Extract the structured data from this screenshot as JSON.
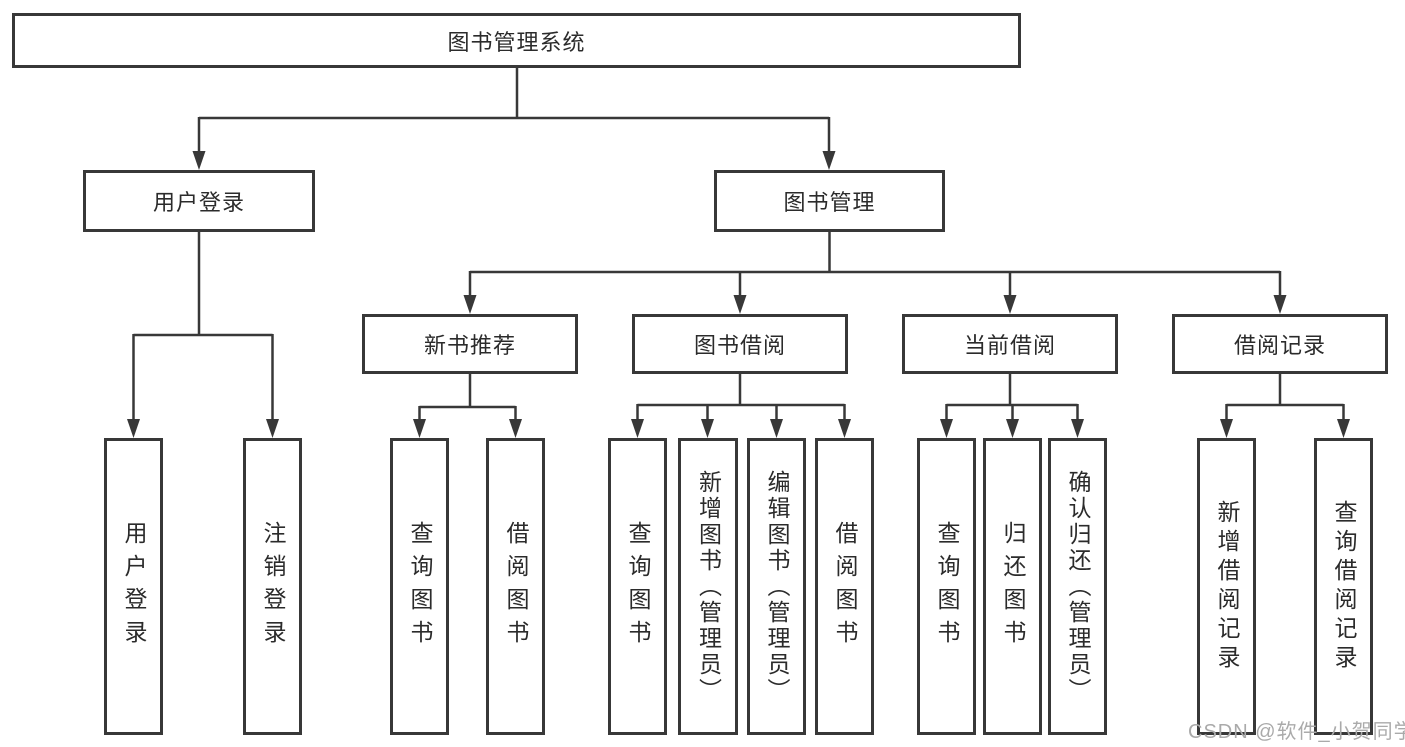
{
  "diagram": {
    "root": "图书管理系统",
    "branches": [
      {
        "label": "用户登录",
        "children": [
          "用户登录",
          "注销登录"
        ]
      },
      {
        "label": "图书管理",
        "children": [
          {
            "label": "新书推荐",
            "children": [
              "查询图书",
              "借阅图书"
            ]
          },
          {
            "label": "图书借阅",
            "children": [
              "查询图书",
              "新增图书（管理员）",
              "编辑图书（管理员）",
              "借阅图书"
            ]
          },
          {
            "label": "当前借阅",
            "children": [
              "查询图书",
              "归还图书",
              "确认归还（管理员）"
            ]
          },
          {
            "label": "借阅记录",
            "children": [
              "新增借阅记录",
              "查询借阅记录"
            ]
          }
        ]
      }
    ]
  },
  "watermark": {
    "text": "CSDN @软件_小贺同学"
  },
  "colors": {
    "box_border": "#383838",
    "connector_line": "#383838",
    "text": "#2b2b2b",
    "watermark": "#aaaaaa",
    "background": "#ffffff"
  }
}
